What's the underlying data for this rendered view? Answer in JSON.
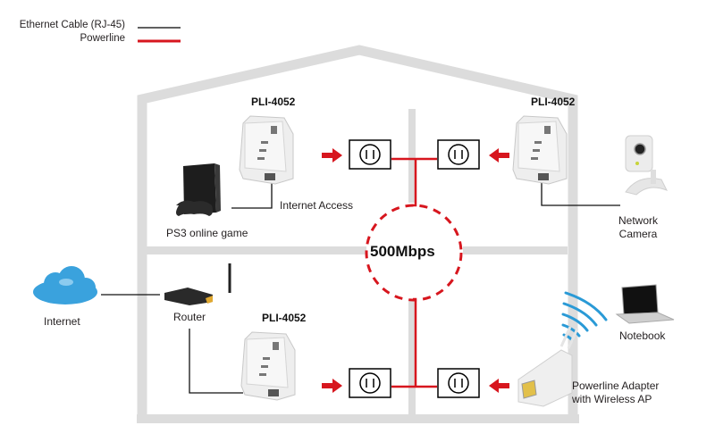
{
  "legend": {
    "items": [
      {
        "label": "Ethernet Cable (RJ-45)",
        "color": "#000000"
      },
      {
        "label": "Powerline",
        "color": "#d7161e"
      }
    ]
  },
  "colors": {
    "wall": "#dcdcdc",
    "powerline": "#d7161e",
    "ethernet": "#000000",
    "wifi": "#2a9ad6",
    "cloud": "#3aa2dd"
  },
  "house": {
    "bandwidth_label": "500Mbps"
  },
  "devices": {
    "adapter_top_left": {
      "model": "PLI-4052"
    },
    "adapter_top_right": {
      "model": "PLI-4052"
    },
    "adapter_bottom_left": {
      "model": "PLI-4052"
    },
    "ps3": {
      "label": "PS3 online game"
    },
    "internet_access": {
      "label": "Internet Access"
    },
    "camera": {
      "label_line1": "Network",
      "label_line2": "Camera"
    },
    "internet": {
      "label": "Internet"
    },
    "router": {
      "label": "Router"
    },
    "notebook": {
      "label": "Notebook"
    },
    "wireless_adapter": {
      "label_line1": "Powerline Adapter",
      "label_line2": "with Wireless AP"
    }
  }
}
